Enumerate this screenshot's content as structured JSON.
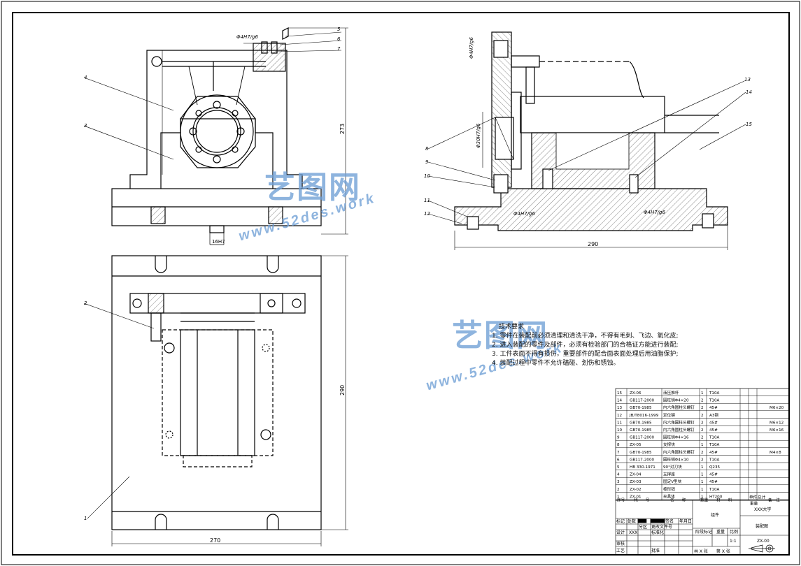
{
  "drawing": {
    "dims": {
      "front_height": "273",
      "top_height": "290",
      "top_width": "270",
      "side_width": "290",
      "hole_tol": "16H7",
      "fit_1": "Φ4H7/g6",
      "fit_2": "Φ4H7/g6",
      "fit_3": "Φ4H7/g6",
      "fit_4": "Φ4H7/g6",
      "fit_5": "Φ30H7/g6"
    },
    "callouts": [
      {
        "n": "1"
      },
      {
        "n": "2"
      },
      {
        "n": "3"
      },
      {
        "n": "4"
      },
      {
        "n": "5"
      },
      {
        "n": "6"
      },
      {
        "n": "7"
      },
      {
        "n": "8"
      },
      {
        "n": "9"
      },
      {
        "n": "10"
      },
      {
        "n": "11"
      },
      {
        "n": "12"
      },
      {
        "n": "13"
      },
      {
        "n": "14"
      },
      {
        "n": "15"
      }
    ]
  },
  "watermark": {
    "brand_cn": "艺图网",
    "brand_en": "www.52des.work"
  },
  "tech_req": {
    "title": "技术要求",
    "lines": [
      "1. 零件在装配前必须清理和清洗干净，不得有毛刺、飞边、氧化皮;",
      "2. 进入装配的零件及部件，必须有检验部门的合格证方能进行装配;",
      "3. 工件表面不得有损伤，重要部件的配合面表面处理后用油脂保护;",
      "4. 装配过程中零件不允许磕碰、划伤和锈蚀。"
    ]
  },
  "bom": {
    "rows": [
      {
        "no": "15",
        "code": "ZX-06",
        "name": "液压推杆",
        "qty": "1",
        "mat": "T10A",
        "note": ""
      },
      {
        "no": "14",
        "code": "GB117-2000",
        "name": "圆柱销Φ4×20",
        "qty": "2",
        "mat": "T10A",
        "note": ""
      },
      {
        "no": "13",
        "code": "GB70-1985",
        "name": "内六角圆柱头螺钉",
        "qty": "2",
        "mat": "45#",
        "note": "M6×20"
      },
      {
        "no": "12",
        "code": "JB/T8016-1999",
        "name": "定位键",
        "qty": "2",
        "mat": "A3钢",
        "note": ""
      },
      {
        "no": "11",
        "code": "GB70-1985",
        "name": "内六角圆柱头螺钉",
        "qty": "2",
        "mat": "45#",
        "note": "M6×12"
      },
      {
        "no": "10",
        "code": "GB70-1985",
        "name": "内六角圆柱头螺钉",
        "qty": "2",
        "mat": "45#",
        "note": "M6×16"
      },
      {
        "no": "9",
        "code": "GB117-2000",
        "name": "圆柱销Φ4×16",
        "qty": "2",
        "mat": "T10A",
        "note": ""
      },
      {
        "no": "8",
        "code": "ZX-05",
        "name": "支撑块",
        "qty": "1",
        "mat": "T10A",
        "note": ""
      },
      {
        "no": "7",
        "code": "GB70-1985",
        "name": "内六角圆柱头螺钉",
        "qty": "2",
        "mat": "45#",
        "note": "M4×8"
      },
      {
        "no": "6",
        "code": "GB117-2000",
        "name": "圆柱销Φ4×10",
        "qty": "2",
        "mat": "T10A",
        "note": ""
      },
      {
        "no": "5",
        "code": "HB 330-1971",
        "name": "90°对刀块",
        "qty": "1",
        "mat": "Q235",
        "note": ""
      },
      {
        "no": "4",
        "code": "ZX-04",
        "name": "支撑座",
        "qty": "1",
        "mat": "45#",
        "note": ""
      },
      {
        "no": "3",
        "code": "ZX-03",
        "name": "固定V型块",
        "qty": "1",
        "mat": "45#",
        "note": ""
      },
      {
        "no": "2",
        "code": "ZX-02",
        "name": "棱形销",
        "qty": "1",
        "mat": "T10A",
        "note": ""
      },
      {
        "no": "1",
        "code": "ZX-01",
        "name": "夹具体",
        "qty": "1",
        "mat": "HT200",
        "note": ""
      }
    ],
    "header": {
      "no": "序号",
      "code": "代　　号",
      "name": "名　　称",
      "qty": "数量",
      "mat": "材　　料",
      "single": "单件",
      "total": "总计",
      "weight": "重量",
      "note": "备　注"
    }
  },
  "title_block": {
    "org": "XXX大学",
    "part": "组件",
    "drawing_name": "装配图",
    "drawing_no": "ZX-00",
    "scale": "1:1",
    "rev_cols": [
      "标记",
      "处数",
      "分区",
      "更改文件号",
      "签名",
      "年月日"
    ],
    "design": "设计",
    "design_name": "XXX",
    "std": "标准化",
    "review": "审核",
    "process": "工艺",
    "approve": "批准",
    "stage_label": "阶段标记",
    "weight_label": "重量",
    "scale_label": "比例",
    "sheets": "共 X 张　　第 X 张"
  }
}
